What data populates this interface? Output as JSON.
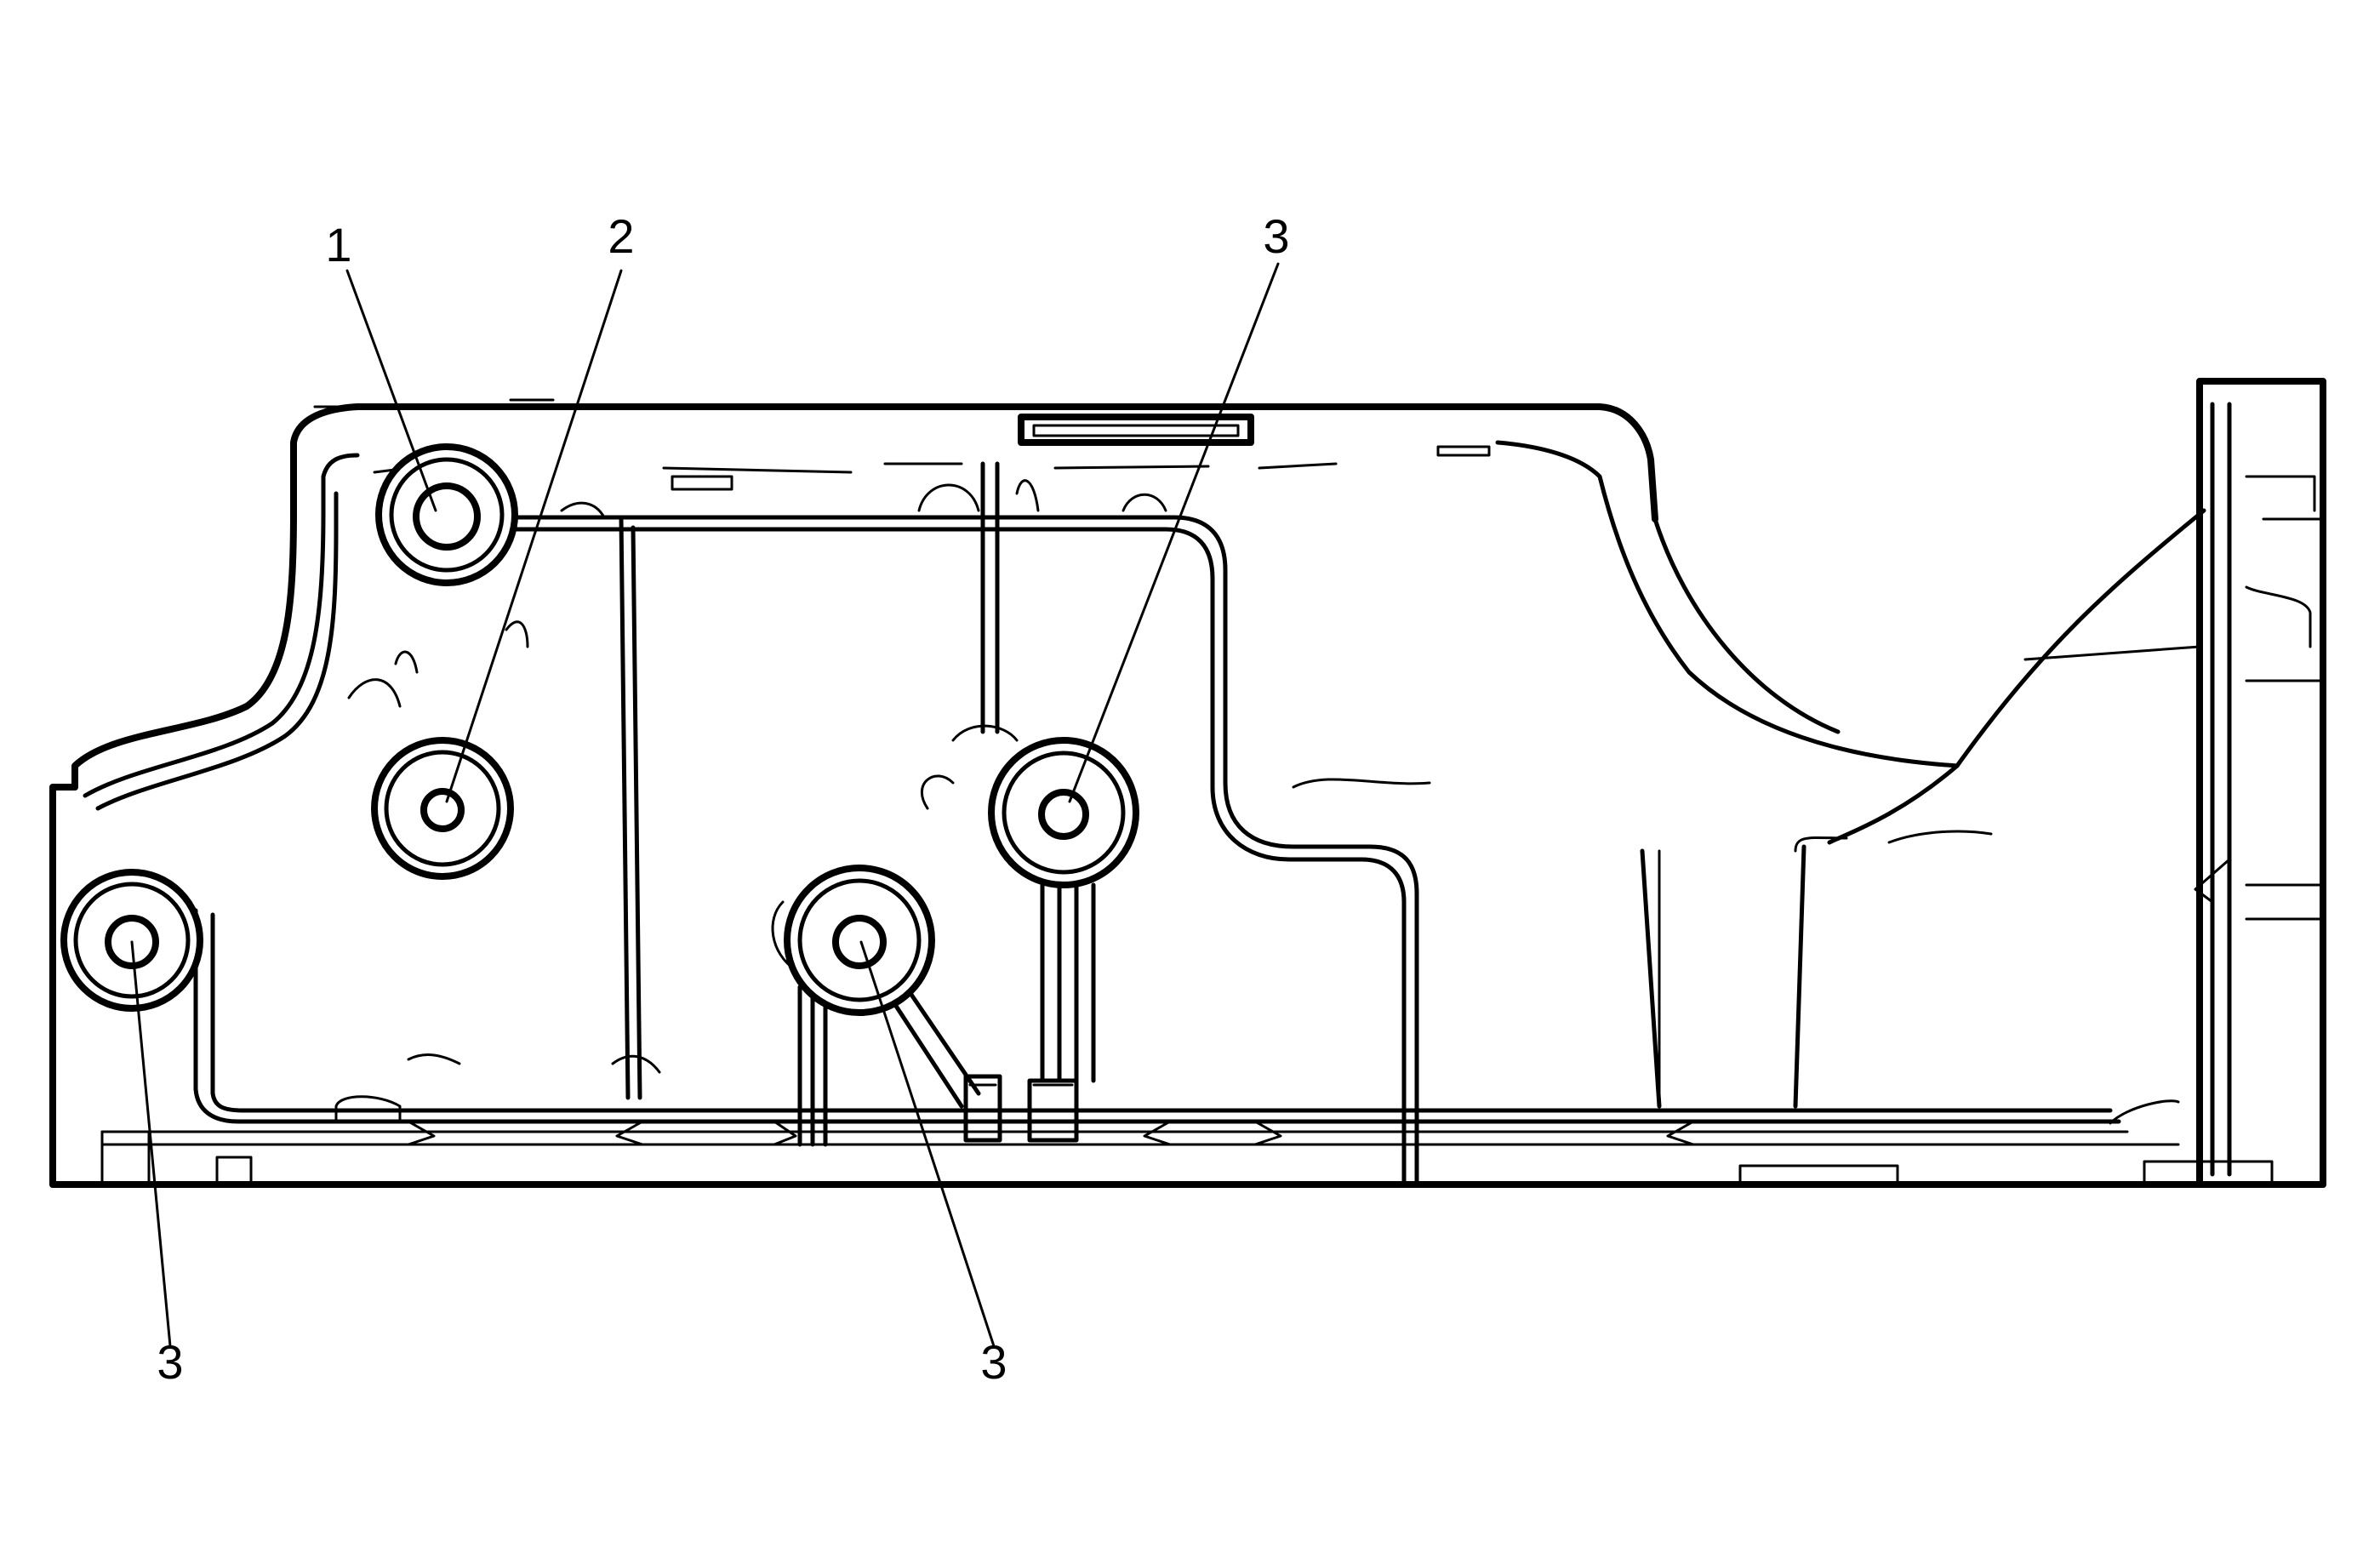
{
  "diagram": {
    "callouts": [
      {
        "id": "c1",
        "label": "1"
      },
      {
        "id": "c2",
        "label": "2"
      },
      {
        "id": "c3a",
        "label": "3"
      },
      {
        "id": "c3b",
        "label": "3"
      },
      {
        "id": "c3c",
        "label": "3"
      }
    ]
  }
}
